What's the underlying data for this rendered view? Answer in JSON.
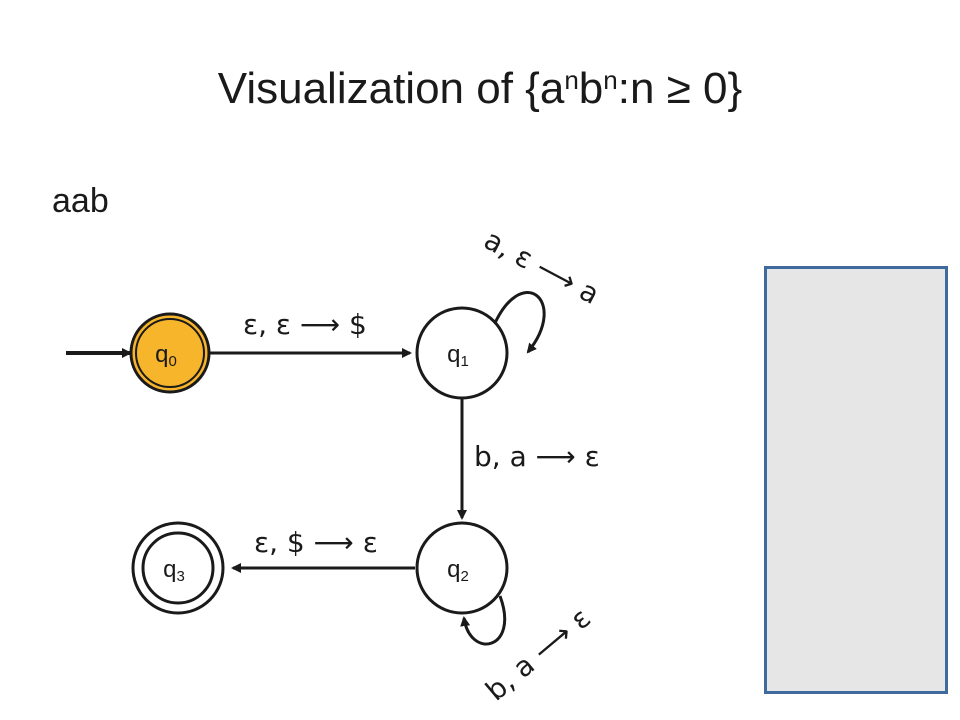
{
  "title": {
    "prefix": "Visualization of {a",
    "sup1": "n",
    "mid": "b",
    "sup2": "n",
    "suffix": ":n ≥ 0}"
  },
  "input_string": "aab",
  "colors": {
    "active_state_fill": "#F7B52C",
    "stack_fill": "#E6E6E6",
    "stack_border": "#3F6A9E",
    "stroke": "#1A1A1A"
  },
  "states": [
    {
      "base": "q",
      "sub": "0",
      "active": true,
      "accepting": false,
      "start": true
    },
    {
      "base": "q",
      "sub": "1",
      "active": false,
      "accepting": false,
      "start": false
    },
    {
      "base": "q",
      "sub": "2",
      "active": false,
      "accepting": false,
      "start": false
    },
    {
      "base": "q",
      "sub": "3",
      "active": false,
      "accepting": true,
      "start": false
    }
  ],
  "transitions": [
    {
      "label": "ε, ε ⟶ $"
    },
    {
      "label": "a, ε ⟶ a"
    },
    {
      "label": "b, a ⟶ ε"
    },
    {
      "label": "ε, $ ⟶ ε"
    },
    {
      "label": "b, a ⟶ ε"
    }
  ],
  "stack": []
}
